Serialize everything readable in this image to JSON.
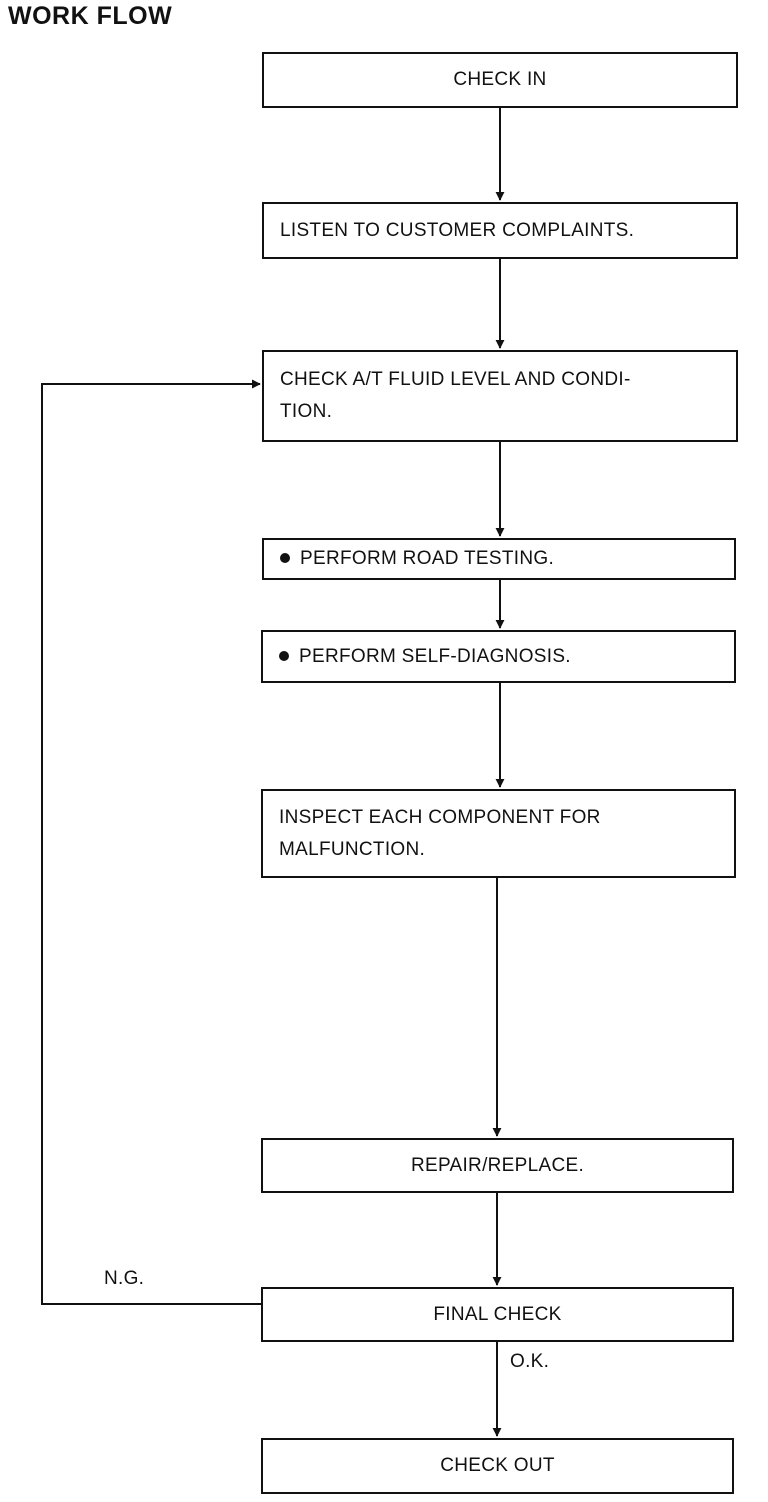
{
  "title": "WORK FLOW",
  "steps": {
    "check_in": "CHECK IN",
    "listen": "LISTEN TO CUSTOMER COMPLAINTS.",
    "fluid_line1": "CHECK A/T FLUID LEVEL AND CONDI-",
    "fluid_line2": "TION.",
    "road_test": "PERFORM ROAD TESTING.",
    "self_diag": "PERFORM SELF-DIAGNOSIS.",
    "inspect_line1": "INSPECT EACH COMPONENT FOR",
    "inspect_line2": "MALFUNCTION.",
    "repair": "REPAIR/REPLACE.",
    "final_check": "FINAL CHECK",
    "check_out": "CHECK OUT"
  },
  "branches": {
    "ng": "N.G.",
    "ok": "O.K."
  }
}
